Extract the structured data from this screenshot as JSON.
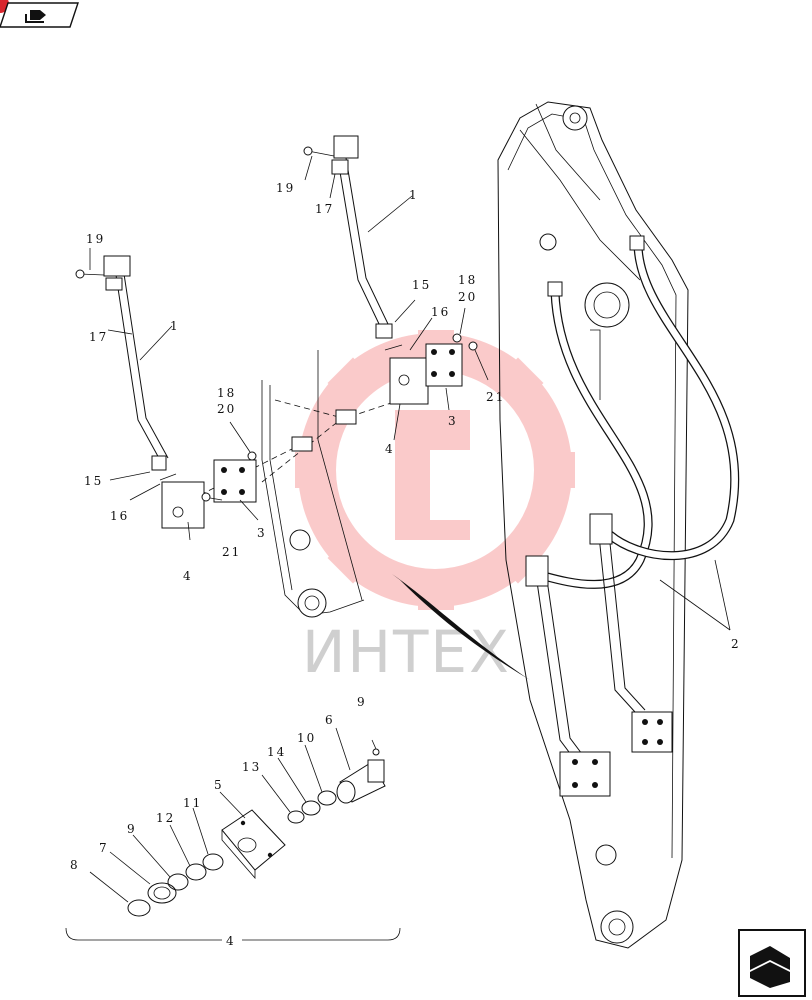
{
  "watermark": {
    "text": "ИНТЕХ"
  },
  "colors": {
    "watermark_logo": "#f6a0a0",
    "nav_badge": "#d9262e",
    "line": "#111111"
  },
  "icons": {
    "top_left": "arrow-nav-icon",
    "bottom_right": "arrow-nav-icon"
  },
  "labels": {
    "l1a": "1",
    "l1b": "1",
    "l2": "2",
    "l3a": "3",
    "l3b": "3",
    "l4a": "4",
    "l4b": "4",
    "l4c": "4",
    "l5": "5",
    "l6": "6",
    "l7": "7",
    "l8": "8",
    "l9a": "9",
    "l9b": "9",
    "l10": "10",
    "l11": "11",
    "l12": "12",
    "l13": "13",
    "l14": "14",
    "l15a": "15",
    "l15b": "15",
    "l16a": "16",
    "l16b": "16",
    "l17a": "17",
    "l17b": "17",
    "l18a": "18",
    "l18b": "18",
    "l19a": "19",
    "l19b": "19",
    "l20a": "20",
    "l20b": "20",
    "l21a": "21",
    "l21b": "21"
  }
}
